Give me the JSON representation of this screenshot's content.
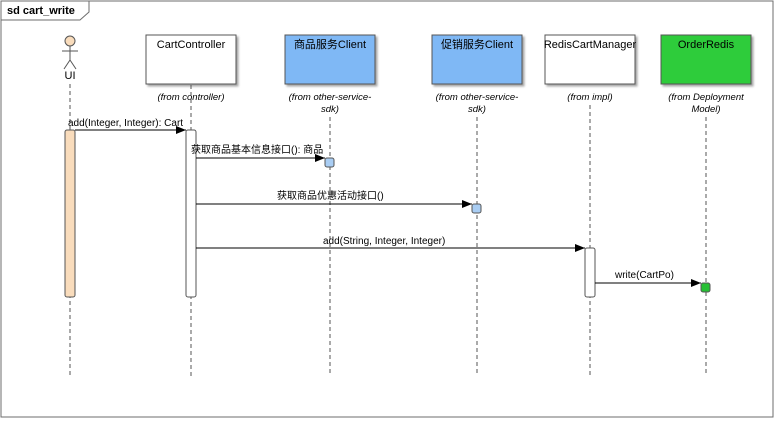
{
  "diagram": {
    "frame_title": "sd cart_write",
    "actor": {
      "name": "UI"
    },
    "lifelines": [
      {
        "id": "cart-controller",
        "name": "CartController",
        "from_line1": "(from controller)",
        "from_line2": "",
        "fill": "#ffffff"
      },
      {
        "id": "goods-client",
        "name": "商品服务Client",
        "from_line1": "(from other-service-",
        "from_line2": "sdk)",
        "fill": "#7fb8f5"
      },
      {
        "id": "promo-client",
        "name": "促销服务Client",
        "from_line1": "(from other-service-",
        "from_line2": "sdk)",
        "fill": "#7fb8f5"
      },
      {
        "id": "redis-cart-manager",
        "name": "RedisCartManager",
        "from_line1": "(from impl)",
        "from_line2": "",
        "fill": "#ffffff"
      },
      {
        "id": "order-redis",
        "name": "OrderRedis",
        "from_line1": "(from Deployment",
        "from_line2": "Model)",
        "fill": "#2ecc3a"
      }
    ],
    "messages": [
      {
        "label": "add(Integer, Integer): Cart"
      },
      {
        "label": "获取商品基本信息接口(): 商品"
      },
      {
        "label": "获取商品优惠活动接口()"
      },
      {
        "label": "add(String, Integer, Integer)"
      },
      {
        "label": "write(CartPo)"
      }
    ],
    "colors": {
      "actor_activation": "#f9dcbc",
      "client_activation": "#a9cdf3",
      "redis_activation": "#27c035",
      "border": "#555555"
    }
  }
}
